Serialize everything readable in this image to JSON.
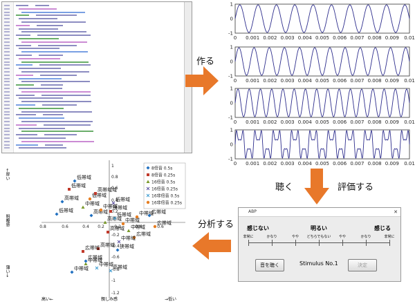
{
  "steps": {
    "make": "作る",
    "listen": "聴く",
    "evaluate": "評価する",
    "analyze": "分析する"
  },
  "waveform_axis": {
    "x_ticks": [
      "0",
      "0.001",
      "0.002",
      "0.003",
      "0.004",
      "0.005",
      "0.006",
      "0.007",
      "0.008",
      "0.009",
      "0.01"
    ],
    "y_ticks": [
      "1",
      "0",
      "-1"
    ],
    "waveforms": [
      {
        "cycles": 9.5,
        "harmonics": [
          [
            1,
            1
          ]
        ]
      },
      {
        "cycles": 11.5,
        "harmonics": [
          [
            1,
            1
          ]
        ]
      },
      {
        "cycles": 15.5,
        "harmonics": [
          [
            1,
            1
          ]
        ]
      },
      {
        "cycles": 9.5,
        "harmonics": [
          [
            1,
            0.55
          ],
          [
            3,
            0.45
          ],
          [
            5,
            0.2
          ]
        ]
      }
    ]
  },
  "dialog": {
    "title": "ABP",
    "scale_labels": {
      "left": "感じない",
      "center": "明るい",
      "right": "感じる"
    },
    "scale_points": [
      "非常に",
      "かなり",
      "やや",
      "どちらでもない",
      "やや",
      "かなり",
      "非常に"
    ],
    "play_button": "音を聴く",
    "stimulus": "Stimulus No.1",
    "decide_button": "決定"
  },
  "scatter": {
    "axis_labels": {
      "top": "←厚い",
      "bottom_left": "高い←",
      "bottom_center": "親しみ感",
      "bottom_right": "→低い",
      "left": "明瞭感",
      "left_lower": "薄い→"
    },
    "x_ticks": [
      "0.8",
      "0.6",
      "0.4",
      "0.2",
      "0.2",
      "0.4",
      "0.6"
    ],
    "y_ticks": [
      "1",
      "0.8",
      "0.6",
      "0.4",
      "0.2",
      "-0.2",
      "-0.4",
      "-0.6",
      "-0.8",
      "-1",
      "-1.2"
    ],
    "legend": [
      {
        "marker": "diamond",
        "color": "#1f6fc0",
        "label": "8倍音 0.5s"
      },
      {
        "marker": "square",
        "color": "#c0392b",
        "label": "8倍音 0.25s"
      },
      {
        "marker": "triangle",
        "color": "#7a9a2a",
        "label": "16倍音 0.5s"
      },
      {
        "marker": "x",
        "color": "#5a4fa0",
        "label": "16倍音 0.25s"
      },
      {
        "marker": "x",
        "color": "#3a9ad0",
        "label": "16非倍音 0.5s"
      },
      {
        "marker": "circle",
        "color": "#e67e22",
        "label": "16非倍音 0.25s"
      }
    ],
    "labels": [
      "低帯域",
      "低帯域",
      "高帯域",
      "低帯域",
      "高帯域域",
      "低帯域",
      "中帯域",
      "高帯域",
      "低帯域",
      "中帯域",
      "中帯域",
      "狭帯域",
      "高帯域",
      "低帯域",
      "中帯域",
      "広帯域",
      "広帯域",
      "中帯域",
      "高帯域",
      "広帯域",
      "中帯域",
      "狭帯域",
      "高帯域",
      "広帯域",
      "中帯域",
      "広帯域",
      "中帯域",
      "高帯域",
      "中帯域"
    ]
  },
  "colors": {
    "arrow": "#e8782a",
    "wave": "#2c2c8c",
    "accent": "#1f6fc0"
  }
}
